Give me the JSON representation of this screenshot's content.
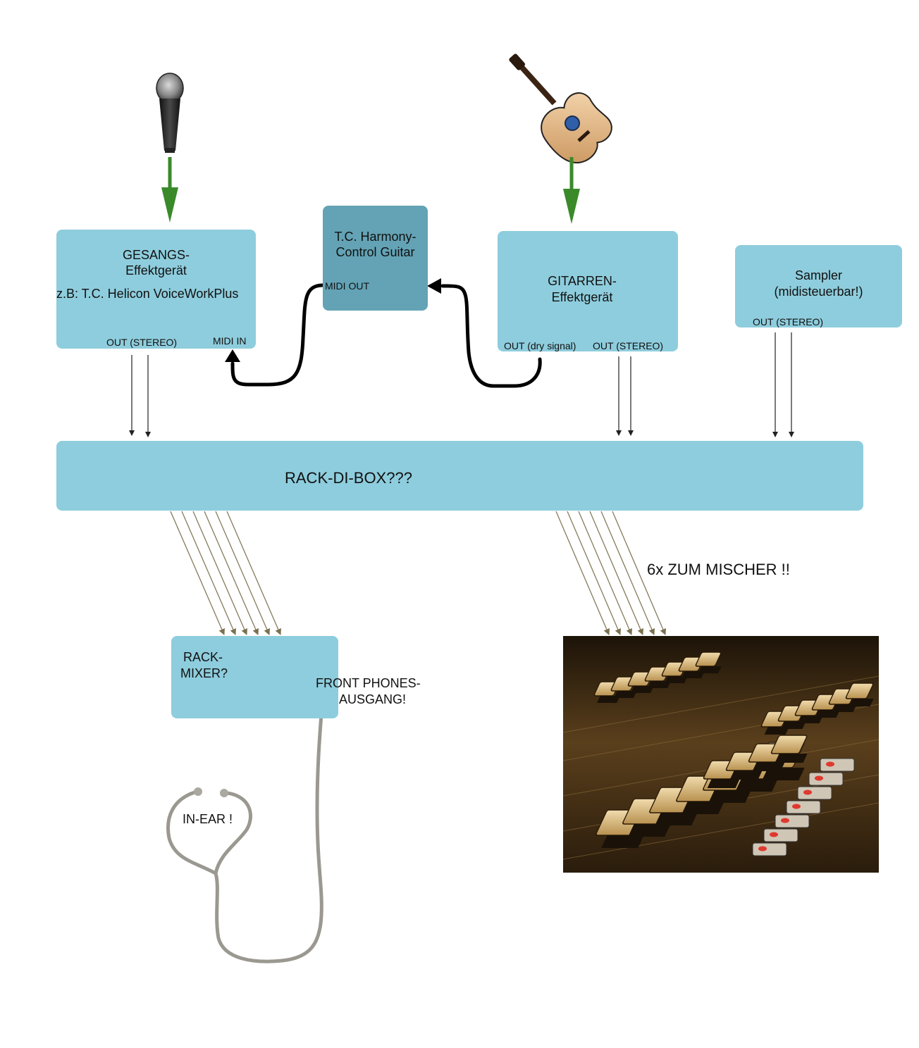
{
  "vocal_fx": {
    "title_line1": "GESANGS-",
    "title_line2": "Effektgerät",
    "model": "z.B: T.C. Helicon VoiceWorkPlus",
    "out_label": "OUT (STEREO)",
    "midi_in_label": "MIDI IN"
  },
  "harmony": {
    "title_line1": "T.C. Harmony-",
    "title_line2": "Control Guitar",
    "midi_out_label": "MIDI OUT"
  },
  "guitar_fx": {
    "title_line1": "GITARREN-",
    "title_line2": "Effektgerät",
    "dry_out_label": "OUT (dry signal)",
    "out_label": "OUT (STEREO)"
  },
  "sampler": {
    "title_line1": "Sampler",
    "title_line2": "(midisteuerbar!)",
    "out_label": "OUT (STEREO)"
  },
  "rack_di": {
    "title": "RACK-DI-BOX???"
  },
  "mixer_note": "6x ZUM MISCHER !!",
  "rack_mixer": {
    "title_line1": "RACK-",
    "title_line2": "MIXER?",
    "phones_line1": "FRONT PHONES-",
    "phones_line2": "AUSGANG!"
  },
  "in_ear_label": "IN-EAR !",
  "colors": {
    "box": "#8ecddd",
    "box_dark": "#63a3b5",
    "green_arrow": "#3a8a2a",
    "midi_cable": "#000000",
    "audio_line": "#222222",
    "snake_line": "#857b5c",
    "earphone_cable": "#9a9890"
  },
  "icons": [
    "microphone-icon",
    "acoustic-guitar-icon",
    "mixing-console-photo",
    "in-ear-earphones-icon"
  ]
}
